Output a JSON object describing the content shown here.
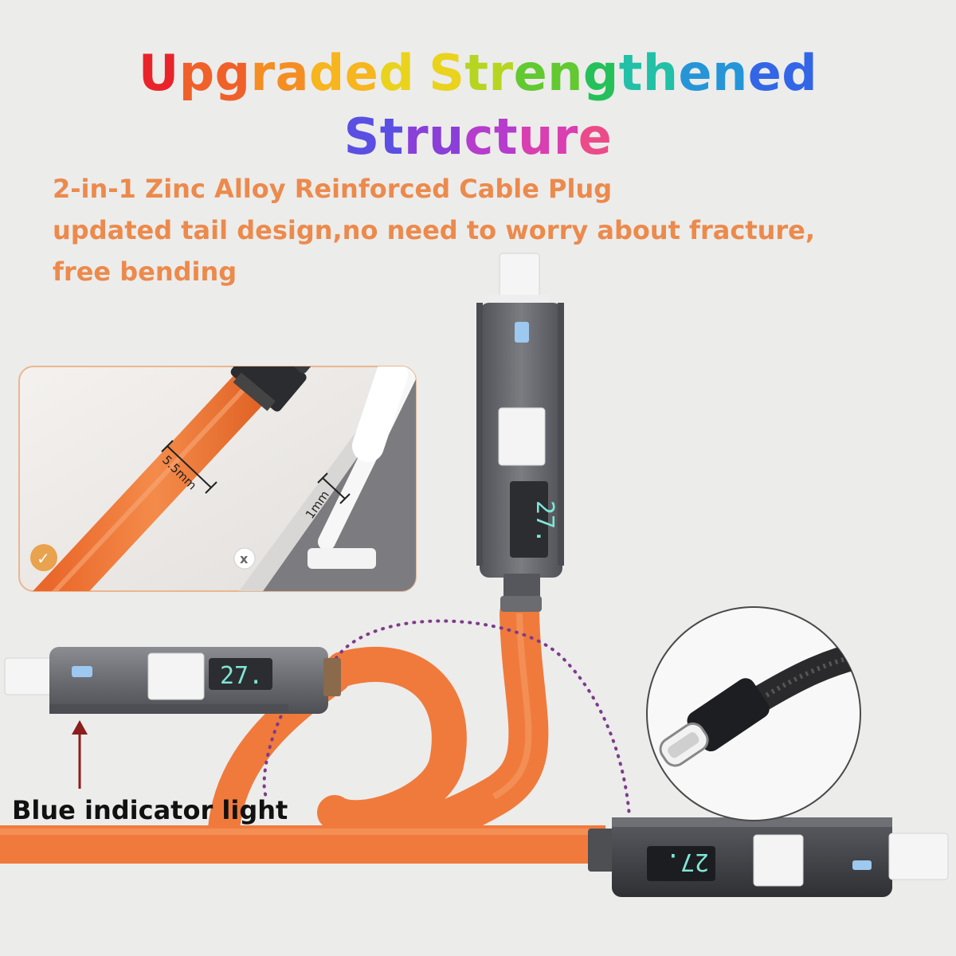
{
  "headline": {
    "words": [
      "Upgraded",
      "Strengthened",
      "Structure"
    ],
    "rainbow": [
      "#e8242a",
      "#f0612a",
      "#f48e22",
      "#f7b51e",
      "#e9d31d",
      "#b6d521",
      "#62c930",
      "#26c05a",
      "#22c0a6",
      "#2595d8",
      "#3366e6",
      "#5a4fe2",
      "#8a3fd8",
      "#b63ccd",
      "#d93fb0",
      "#ec4b8a"
    ]
  },
  "subtitle": {
    "line1": "2-in-1 Zinc Alloy Reinforced Cable Plug",
    "line2": "updated tail design,no need to worry about fracture,",
    "line3": "free bending"
  },
  "indicator_label": "Blue indicator light",
  "inset": {
    "thick_label": "5.5mm",
    "thin_label": "1mm",
    "good_mark": "✓",
    "bad_mark": "x"
  },
  "displays": {
    "left": "27.",
    "top": "27.",
    "bottom": "27."
  },
  "colors": {
    "background": "#ececeb",
    "cable": "#f07a3c",
    "subtitle": "#ec8a4c",
    "connector": "#5f6166",
    "display_digits": "#7fe6d6"
  }
}
